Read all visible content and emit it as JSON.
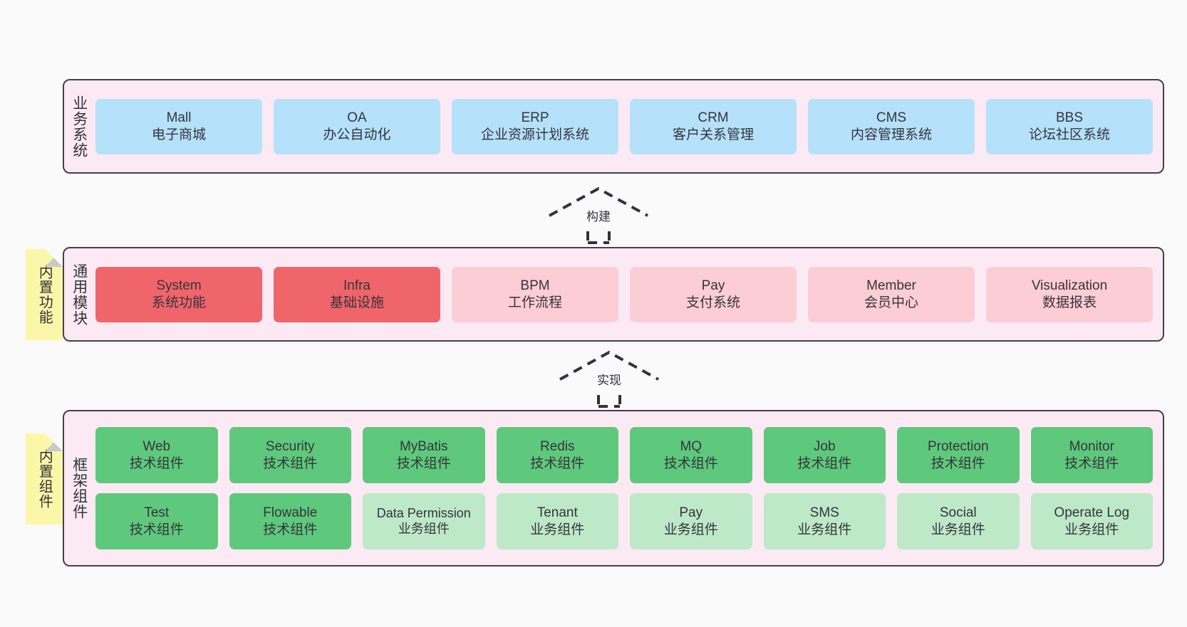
{
  "diagram": {
    "background": "#fafafa",
    "layer_bg": "#fbeaf4",
    "border_color": "#44404a"
  },
  "layers": [
    {
      "id": "business",
      "label": "业务系统",
      "card_color": "#b5e1fb",
      "cards": [
        {
          "en": "Mall",
          "cn": "电子商城"
        },
        {
          "en": "OA",
          "cn": "办公自动化"
        },
        {
          "en": "ERP",
          "cn": "企业资源计划系统"
        },
        {
          "en": "CRM",
          "cn": "客户关系管理"
        },
        {
          "en": "CMS",
          "cn": "内容管理系统"
        },
        {
          "en": "BBS",
          "cn": "论坛社区系统"
        }
      ]
    },
    {
      "id": "modules",
      "label": "通用模块",
      "sticky": "内置功能",
      "card_color_primary": "#f0656a",
      "card_color_secondary": "#fccdd5",
      "cards": [
        {
          "en": "System",
          "cn": "系统功能",
          "tone": "primary"
        },
        {
          "en": "Infra",
          "cn": "基础设施",
          "tone": "primary"
        },
        {
          "en": "BPM",
          "cn": "工作流程",
          "tone": "secondary"
        },
        {
          "en": "Pay",
          "cn": "支付系统",
          "tone": "secondary"
        },
        {
          "en": "Member",
          "cn": "会员中心",
          "tone": "secondary"
        },
        {
          "en": "Visualization",
          "cn": "数据报表",
          "tone": "secondary"
        }
      ]
    },
    {
      "id": "framework",
      "label": "框架组件",
      "sticky": "内置组件",
      "card_color_primary": "#5ec97c",
      "card_color_secondary": "#bde9c8",
      "row1": [
        {
          "en": "Web",
          "cn": "技术组件",
          "tone": "primary"
        },
        {
          "en": "Security",
          "cn": "技术组件",
          "tone": "primary"
        },
        {
          "en": "MyBatis",
          "cn": "技术组件",
          "tone": "primary"
        },
        {
          "en": "Redis",
          "cn": "技术组件",
          "tone": "primary"
        },
        {
          "en": "MQ",
          "cn": "技术组件",
          "tone": "primary"
        },
        {
          "en": "Job",
          "cn": "技术组件",
          "tone": "primary"
        },
        {
          "en": "Protection",
          "cn": "技术组件",
          "tone": "primary"
        },
        {
          "en": "Monitor",
          "cn": "技术组件",
          "tone": "primary"
        }
      ],
      "row2": [
        {
          "en": "Test",
          "cn": "技术组件",
          "tone": "primary"
        },
        {
          "en": "Flowable",
          "cn": "技术组件",
          "tone": "primary"
        },
        {
          "en": "Data Permission",
          "cn": "业务组件",
          "tone": "secondary"
        },
        {
          "en": "Tenant",
          "cn": "业务组件",
          "tone": "secondary"
        },
        {
          "en": "Pay",
          "cn": "业务组件",
          "tone": "secondary"
        },
        {
          "en": "SMS",
          "cn": "业务组件",
          "tone": "secondary"
        },
        {
          "en": "Social",
          "cn": "业务组件",
          "tone": "secondary"
        },
        {
          "en": "Operate Log",
          "cn": "业务组件",
          "tone": "secondary"
        }
      ]
    }
  ],
  "connectors": [
    {
      "id": "build",
      "label": "构建",
      "style": "dashed-hollow-triangle-arrow"
    },
    {
      "id": "impl",
      "label": "实现",
      "style": "dashed-hollow-triangle-arrow"
    }
  ]
}
